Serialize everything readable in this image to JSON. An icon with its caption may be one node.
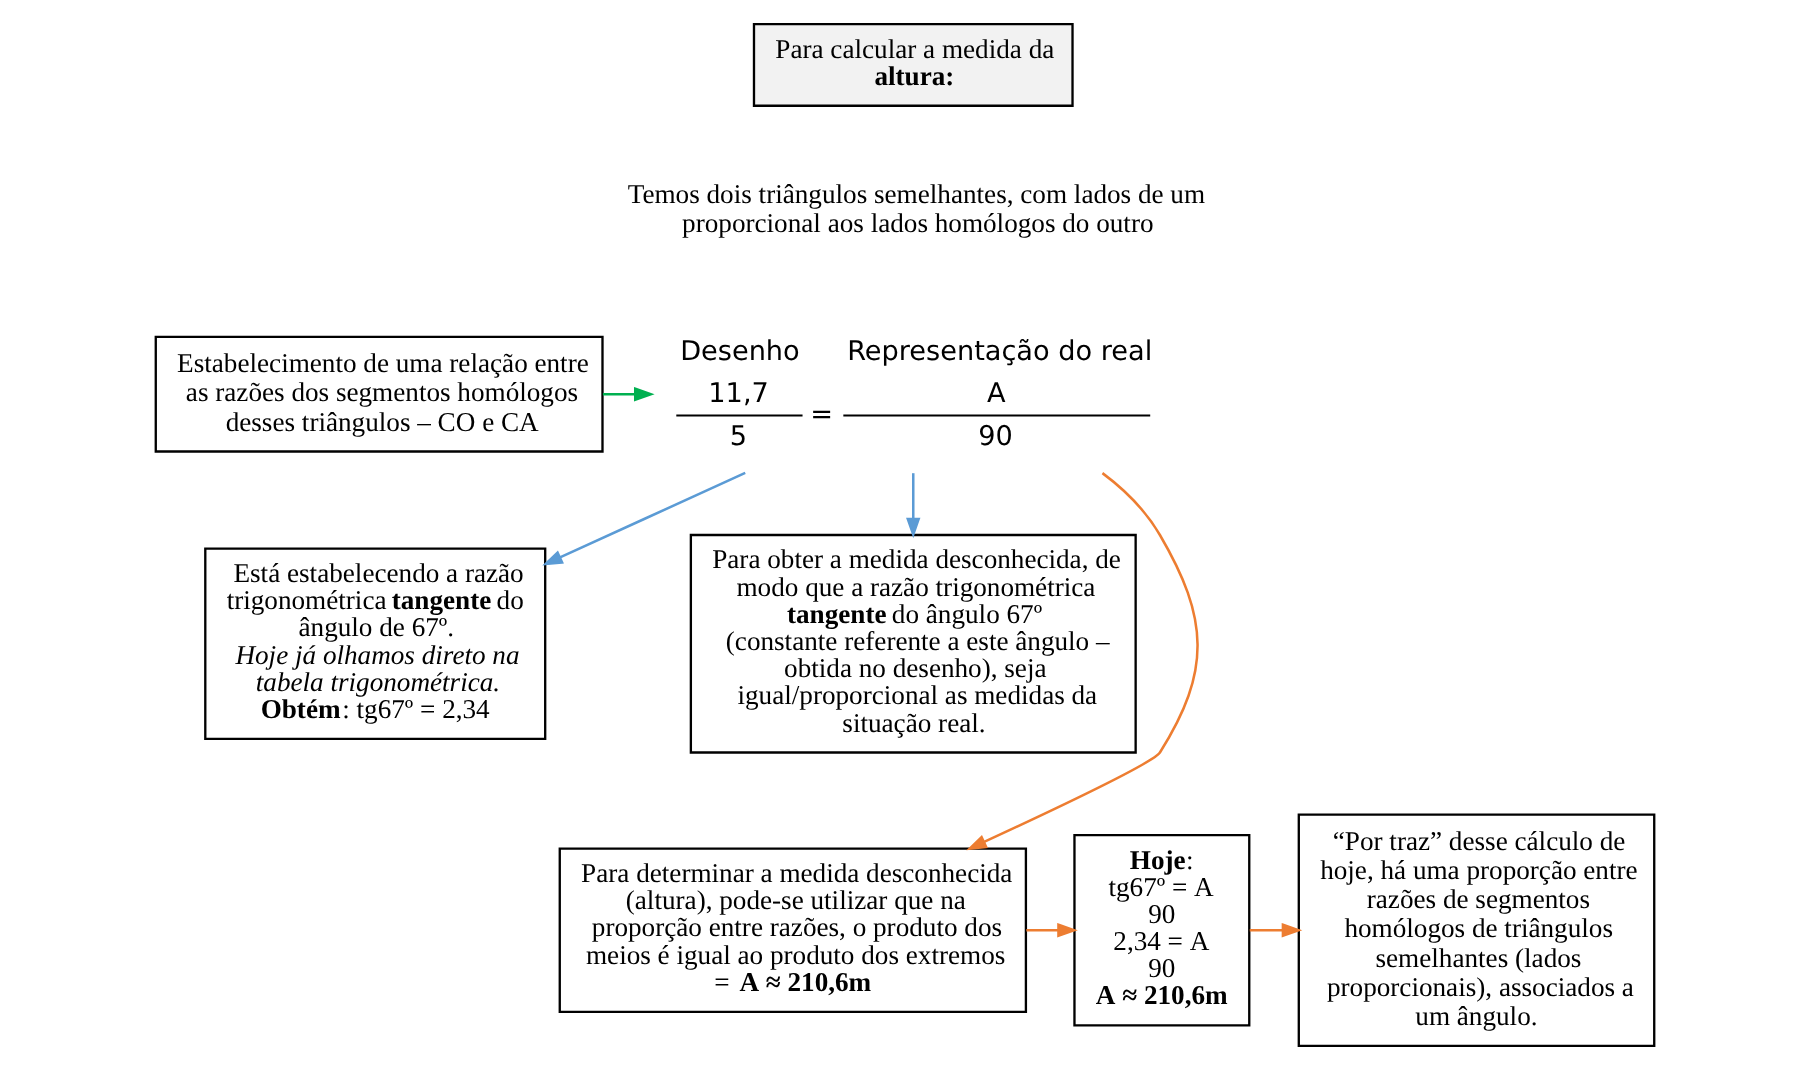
{
  "diagram": {
    "nodes": [
      {
        "text": [
          "Para calcular a medida da **altura:**"
        ]
      },
      {
        "text": [
          "Temos dois triângulos semelhantes, com lados de um proporcional aos lados homólogos do outro"
        ]
      },
      {
        "text": [
          "Estabelecimento de uma relação entre as razões dos segmentos homólogos desses triângulos – CO e CA"
        ]
      },
      {
        "text": [
          "Desenho",
          "Representação do real",
          "11,7",
          "5",
          "=",
          "A",
          "90"
        ]
      },
      {
        "text": [
          "Está estabelecendo a razão trigonométrica **tangente** do ângulo de 67º.",
          "*Hoje já olhamos direto na tabela trigonométrica.*",
          "**Obtém**: tg67º = 2,34"
        ]
      },
      {
        "text": [
          "Para obter a medida desconhecida, de modo que a razão trigonométrica **tangente** do ângulo 67º (constante referente a este ângulo – obtida no desenho), seja igual/proporcional as medidas da situação real."
        ]
      },
      {
        "text": [
          "Para determinar a medida desconhecida (altura), pode-se utilizar que na proporção entre razões, o produto dos meios é igual ao produto dos extremos = **A ≈ 210,6m**"
        ]
      },
      {
        "text": [
          "**Hoje**:",
          "tg67º = A",
          "90",
          "2,34 = A",
          "90",
          "**A ≈ 210,6m**"
        ]
      },
      {
        "text": [
          "“Por traz” desse cálculo de hoje, há uma proporção entre razões de segmentos homólogos de triângulos semelhantes (lados proporcionais), associados a um ângulo."
        ]
      }
    ],
    "edges": [
      {
        "from": 2,
        "to": 3,
        "arrow": "to",
        "color": "#00b050"
      },
      {
        "from": 3,
        "to": 4,
        "arrow": "to",
        "color": "#5b9bd5"
      },
      {
        "from": 3,
        "to": 6,
        "arrow": "to",
        "color": "#ed7d31"
      },
      {
        "from": 3,
        "to": 5,
        "arrow": "to",
        "color": "#5b9bd5"
      },
      {
        "from": 6,
        "to": 7,
        "arrow": "to",
        "color": "#ed7d31"
      },
      {
        "from": 7,
        "to": 8,
        "arrow": "to",
        "color": "#ed7d31"
      }
    ]
  }
}
